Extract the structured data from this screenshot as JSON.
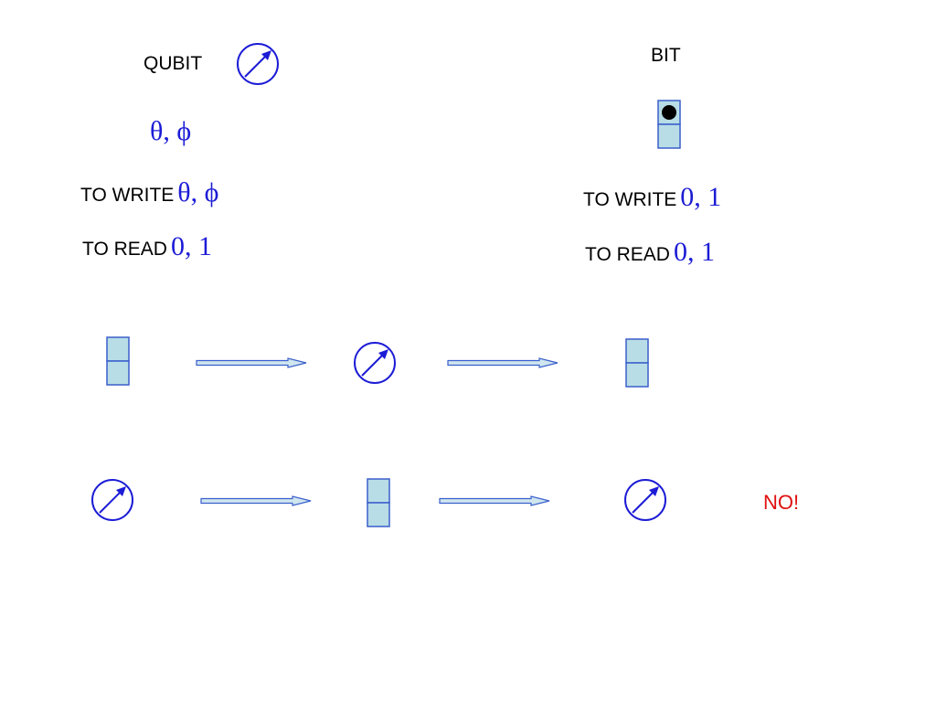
{
  "qubit_section": {
    "title": "QUBIT",
    "params": "θ,  ϕ",
    "write_label": "TO WRITE",
    "write_values": "θ,  ϕ",
    "read_label": "TO READ",
    "read_values": "0,  1"
  },
  "bit_section": {
    "title": "BIT",
    "write_label": "TO WRITE",
    "write_values": "0,  1",
    "read_label": "TO READ",
    "read_values": "0,  1"
  },
  "rows": [
    {
      "sequence": [
        "bit",
        "arrow",
        "qubit",
        "arrow",
        "bit"
      ]
    },
    {
      "sequence": [
        "qubit",
        "arrow",
        "bit",
        "arrow",
        "qubit"
      ],
      "verdict": "NO!"
    }
  ],
  "colors": {
    "stroke_blue": "#1c1cd6",
    "cell_fill": "#b8dde6",
    "cell_stroke": "#3a5fcc",
    "arrow_fill": "#cfe6ef",
    "verdict_red": "#e01010"
  }
}
